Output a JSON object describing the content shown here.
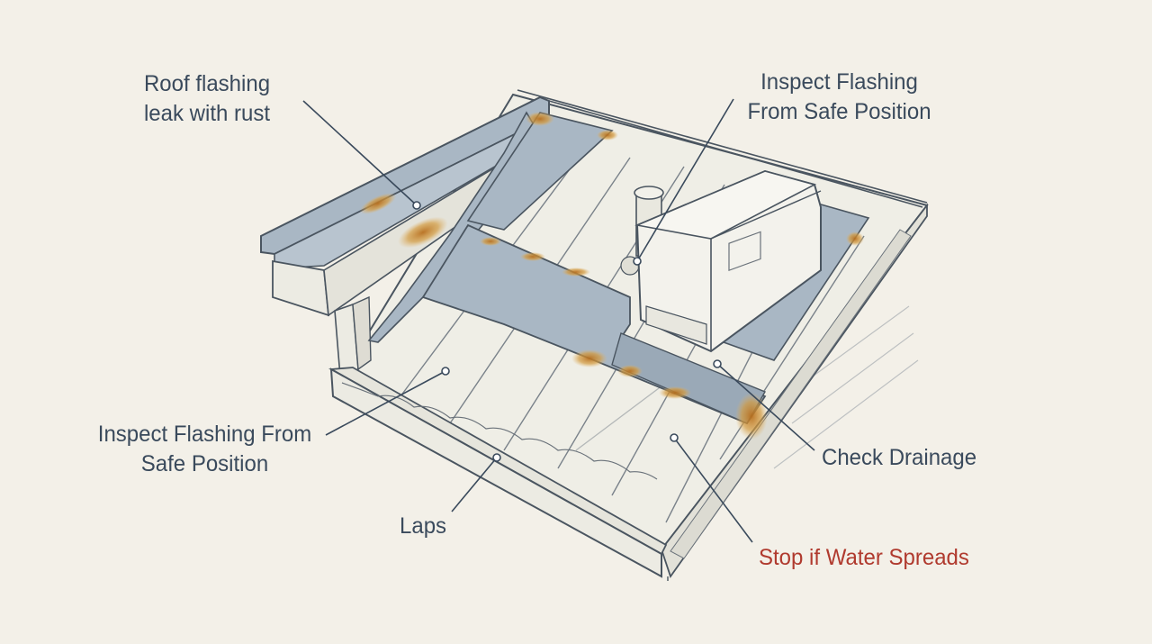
{
  "labels": {
    "roof_flashing_leak": "Roof flashing\nleak with rust",
    "inspect_flashing_top": "Inspect Flashing\nFrom Safe Position",
    "inspect_flashing_left": "Inspect Flashing From\nSafe Position",
    "laps": "Laps",
    "check_drainage": "Check Drainage",
    "stop_if_water_spreads": "Stop if Water Spreads"
  },
  "colors": {
    "background": "#f3f0e8",
    "line": "#4a5560",
    "flashing": "#a9b7c4",
    "rust": "#c98a2e",
    "label": "#3a4a5c",
    "warning": "#b03a2e"
  }
}
